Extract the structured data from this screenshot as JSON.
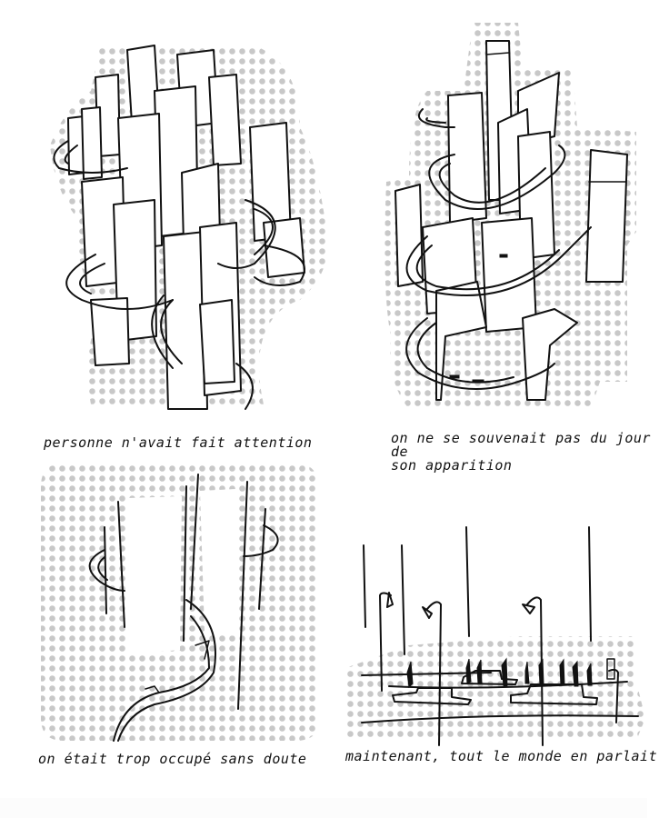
{
  "page": {
    "background": "#ffffff",
    "halftone_dot_color": "#c8c8c8",
    "ink_color": "#111111"
  },
  "panels": [
    {
      "id": 1,
      "caption": "personne n'avait fait attention",
      "scene": "cluster of sketched skyscrapers with looping ring roads"
    },
    {
      "id": 2,
      "caption": "on ne se souvenait pas du jour de\nson apparition",
      "scene": "tall towers wrapped by a winding highway with cars"
    },
    {
      "id": 3,
      "caption": "on était trop occupé sans doute",
      "scene": "close-up of tower bases with a curving road passing between"
    },
    {
      "id": 4,
      "caption": "maintenant, tout le monde en parlait",
      "scene": "street level view with lamp posts, pedestrians and traffic"
    }
  ]
}
